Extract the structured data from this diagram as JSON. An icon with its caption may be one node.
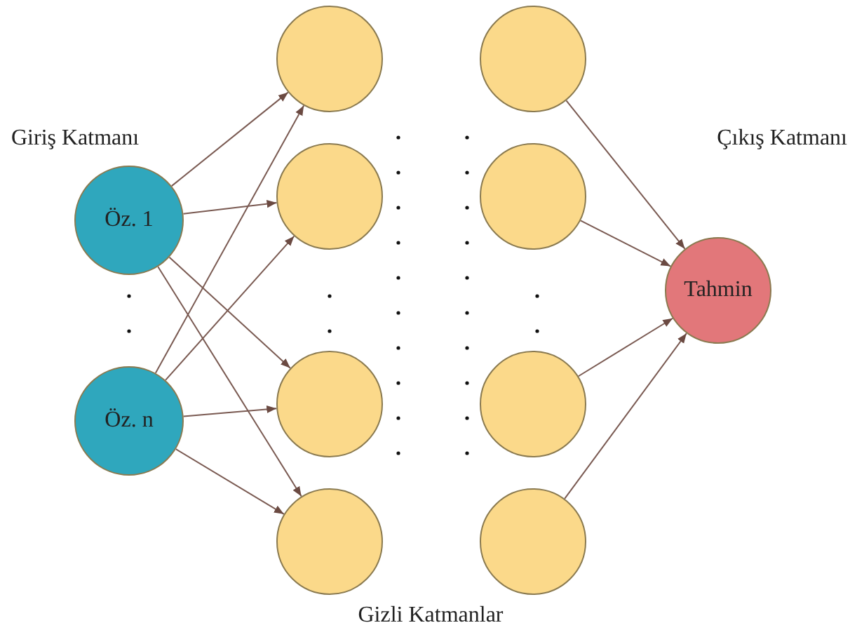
{
  "diagram": {
    "nodes": [
      {
        "text": [
          "Öz. 1"
        ]
      },
      {
        "text": [
          "Öz. n"
        ]
      },
      {
        "text": [],
        "shape": "circle"
      },
      {
        "text": [],
        "shape": "circle"
      },
      {
        "text": [],
        "shape": "circle"
      },
      {
        "text": [],
        "shape": "circle"
      },
      {
        "text": [],
        "shape": "circle"
      },
      {
        "text": [],
        "shape": "circle"
      },
      {
        "text": [],
        "shape": "circle"
      },
      {
        "text": [],
        "shape": "circle"
      },
      {
        "text": [
          "Tahmin"
        ]
      }
    ],
    "edges": [
      {
        "from": 0,
        "to": 2,
        "arrow": "to"
      },
      {
        "from": 0,
        "to": 3,
        "arrow": "to"
      },
      {
        "from": 0,
        "to": 4,
        "arrow": "to"
      },
      {
        "from": 0,
        "to": 5,
        "arrow": "to"
      },
      {
        "from": 1,
        "to": 2,
        "arrow": "to"
      },
      {
        "from": 1,
        "to": 3,
        "arrow": "to"
      },
      {
        "from": 1,
        "to": 4,
        "arrow": "to"
      },
      {
        "from": 1,
        "to": 5,
        "arrow": "to"
      },
      {
        "from": 6,
        "to": 10,
        "arrow": "to"
      },
      {
        "from": 7,
        "to": 10,
        "arrow": "to"
      },
      {
        "from": 8,
        "to": 10,
        "arrow": "to"
      },
      {
        "from": 9,
        "to": 10,
        "arrow": "to"
      }
    ],
    "labels": [
      "Giriş Katmanı",
      "Çıkış Katmanı",
      "Gizli Katmanlar"
    ]
  }
}
